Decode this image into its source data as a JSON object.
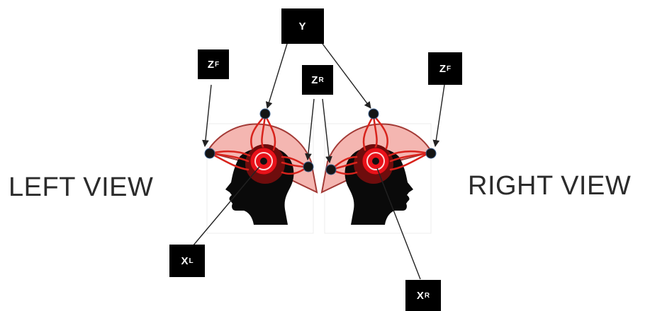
{
  "views": {
    "left": "LEFT VIEW",
    "right": "RIGHT VIEW"
  },
  "labels": {
    "y": {
      "main": "Y",
      "sub": ""
    },
    "zf_left": {
      "main": "Z",
      "sub": "F"
    },
    "zr": {
      "main": "Z",
      "sub": "R"
    },
    "zf_right": {
      "main": "Z",
      "sub": "F"
    },
    "xl": {
      "main": "X",
      "sub": "L"
    },
    "xr": {
      "main": "X",
      "sub": "R"
    }
  },
  "colors": {
    "helmet_fill": "#f4b6b1",
    "helmet_border": "#a33a36",
    "head": "#0a0a0a",
    "electrode": "#141414",
    "target_red": "#e8121a",
    "target_dark": "#6e0d0d",
    "vein": "#d8231c"
  }
}
